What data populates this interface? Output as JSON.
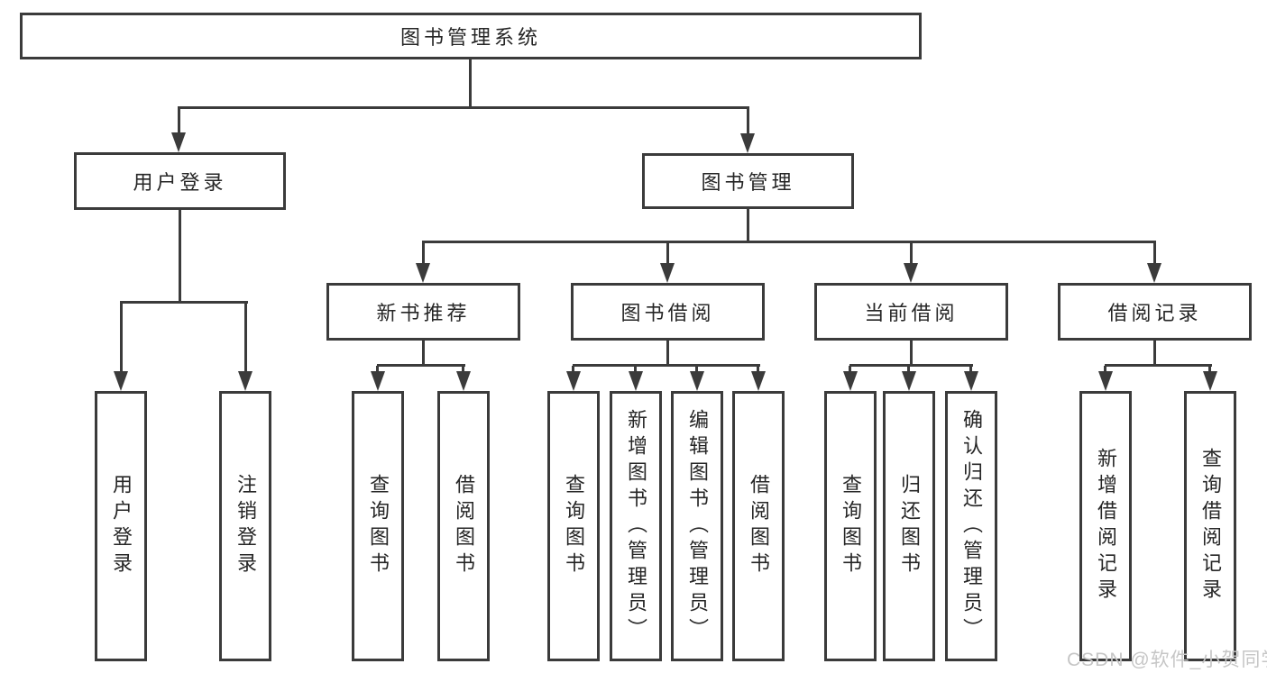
{
  "diagram": {
    "root": {
      "label": "图书管理系统"
    },
    "level2": {
      "user_login": {
        "label": "用户登录",
        "children": [
          {
            "label": "用户登录"
          },
          {
            "label": "注销登录"
          }
        ]
      },
      "book_management": {
        "label": "图书管理",
        "sections": [
          {
            "label": "新书推荐",
            "children": [
              {
                "label": "查询图书"
              },
              {
                "label": "借阅图书"
              }
            ]
          },
          {
            "label": "图书借阅",
            "children": [
              {
                "label": "查询图书"
              },
              {
                "label": "新增图书（管理员）"
              },
              {
                "label": "编辑图书（管理员）"
              },
              {
                "label": "借阅图书"
              }
            ]
          },
          {
            "label": "当前借阅",
            "children": [
              {
                "label": "查询图书"
              },
              {
                "label": "归还图书"
              },
              {
                "label": "确认归还（管理员）"
              }
            ]
          },
          {
            "label": "借阅记录",
            "children": [
              {
                "label": "新增借阅记录"
              },
              {
                "label": "查询借阅记录"
              }
            ]
          }
        ]
      }
    },
    "colors": {
      "line": "#3b3b3b",
      "text": "#262626",
      "background": "#ffffff",
      "watermark": "#c6c6c6"
    }
  },
  "watermark": {
    "text": "CSDN @软件_小贺同学"
  }
}
